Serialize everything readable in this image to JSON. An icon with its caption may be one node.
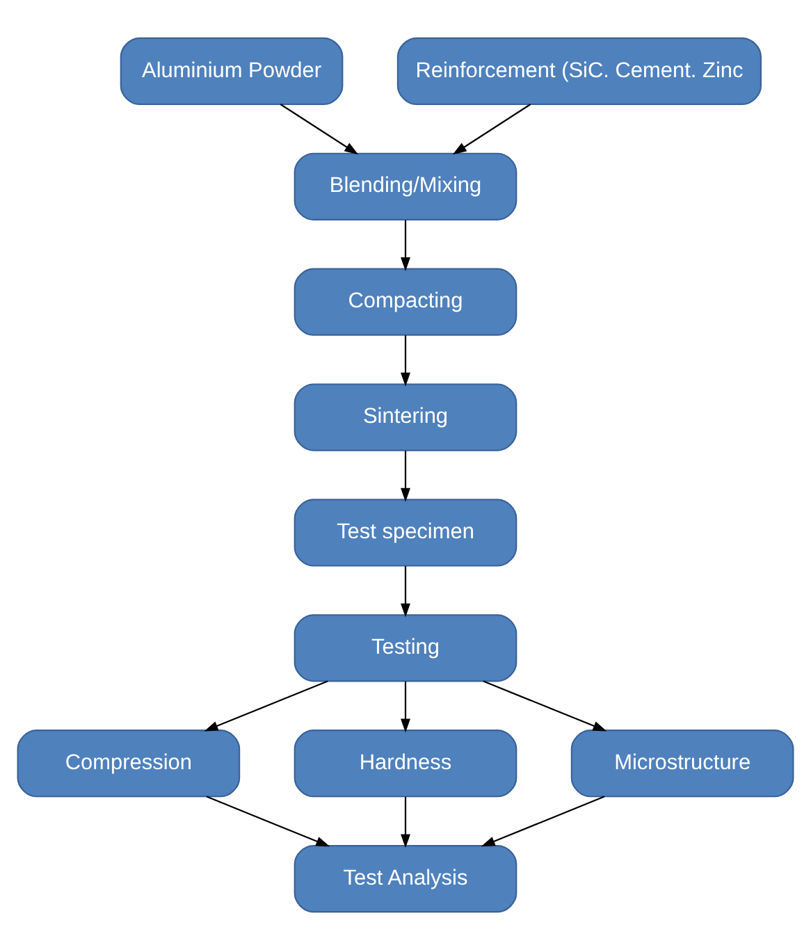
{
  "diagram": {
    "nodes": [
      {
        "text": [
          "Aluminium Powder"
        ]
      },
      {
        "text": [
          "Reinforcement (SiC. Cement. Zinc"
        ]
      },
      {
        "text": [
          "Blending/Mixing"
        ]
      },
      {
        "text": [
          "Compacting"
        ]
      },
      {
        "text": [
          "Sintering"
        ]
      },
      {
        "text": [
          "Test specimen"
        ]
      },
      {
        "text": [
          "Testing"
        ]
      },
      {
        "text": [
          "Compression"
        ]
      },
      {
        "text": [
          "Hardness"
        ]
      },
      {
        "text": [
          "Microstructure"
        ]
      },
      {
        "text": [
          "Test Analysis"
        ]
      }
    ],
    "edges": [
      {
        "from": 0,
        "to": 2,
        "arrow": "to"
      },
      {
        "from": 1,
        "to": 2,
        "arrow": "to"
      },
      {
        "from": 2,
        "to": 3,
        "arrow": "to"
      },
      {
        "from": 3,
        "to": 4,
        "arrow": "to"
      },
      {
        "from": 4,
        "to": 5,
        "arrow": "to"
      },
      {
        "from": 5,
        "to": 6,
        "arrow": "to"
      },
      {
        "from": 6,
        "to": 7,
        "arrow": "to"
      },
      {
        "from": 6,
        "to": 8,
        "arrow": "to"
      },
      {
        "from": 6,
        "to": 9,
        "arrow": "to"
      },
      {
        "from": 7,
        "to": 10,
        "arrow": "to"
      },
      {
        "from": 8,
        "to": 10,
        "arrow": "to"
      },
      {
        "from": 9,
        "to": 10,
        "arrow": "to"
      }
    ]
  }
}
